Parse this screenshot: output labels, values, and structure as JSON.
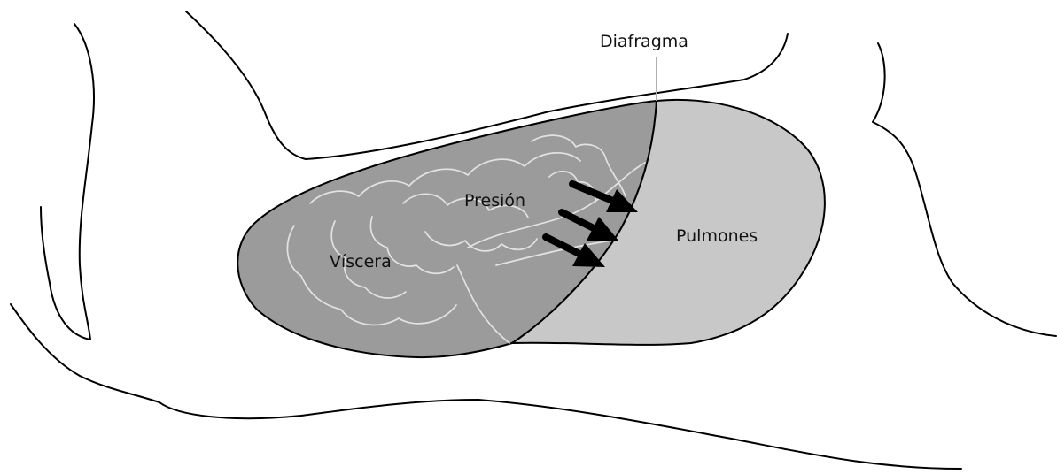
{
  "labels": {
    "diaphragm": "Diafragma",
    "pressure": "Presión",
    "viscera": "Víscera",
    "lungs": "Pulmones"
  },
  "colors": {
    "viscera_fill": "#9b9b9b",
    "lungs_fill": "#c8c8c9",
    "outline": "#000000",
    "intestine_lines": "#e2e2e2",
    "leader_line": "#b0b0b0",
    "arrows": "#000000"
  }
}
